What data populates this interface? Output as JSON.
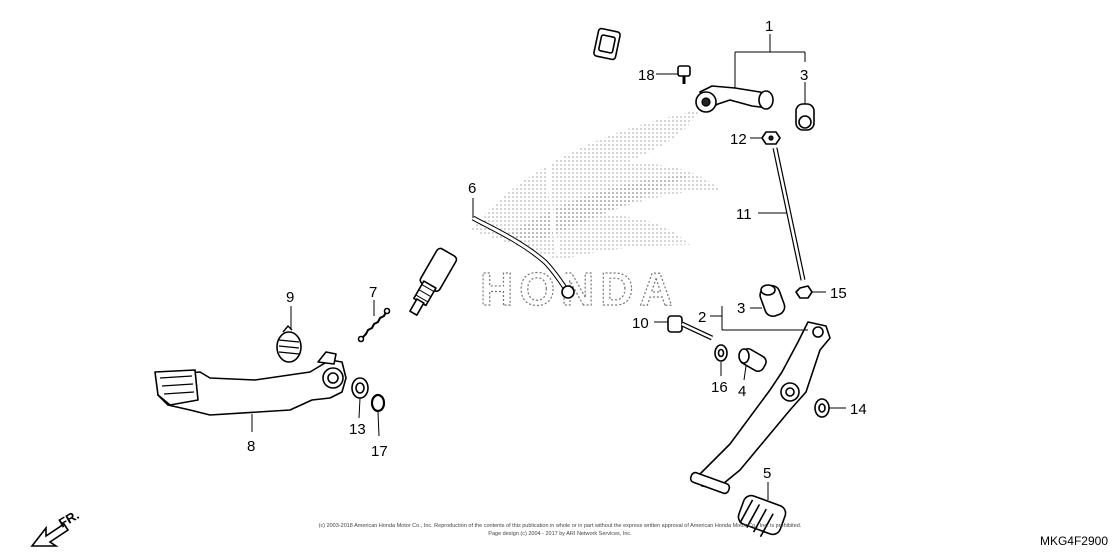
{
  "diagram": {
    "code": "MKG4F2900",
    "copyright_line1": "(c) 2003-2018 American Honda Motor Co., Inc. Reproduction of the contents of this publication in whole or in part without the express written approval of American Honda Motor Co., Inc. is prohibited.",
    "copyright_line2": "Page design (c) 2004 - 2017 by ARI Network Services, Inc.",
    "direction_label": "FR.",
    "watermark_text": "HONDA"
  },
  "callouts": {
    "c1": "1",
    "c2": "2",
    "c3a": "3",
    "c3b": "3",
    "c4": "4",
    "c5": "5",
    "c6": "6",
    "c7": "7",
    "c8": "8",
    "c9": "9",
    "c10": "10",
    "c11": "11",
    "c12": "12",
    "c13": "13",
    "c14": "14",
    "c15": "15",
    "c16": "16",
    "c17": "17",
    "c18": "18"
  }
}
